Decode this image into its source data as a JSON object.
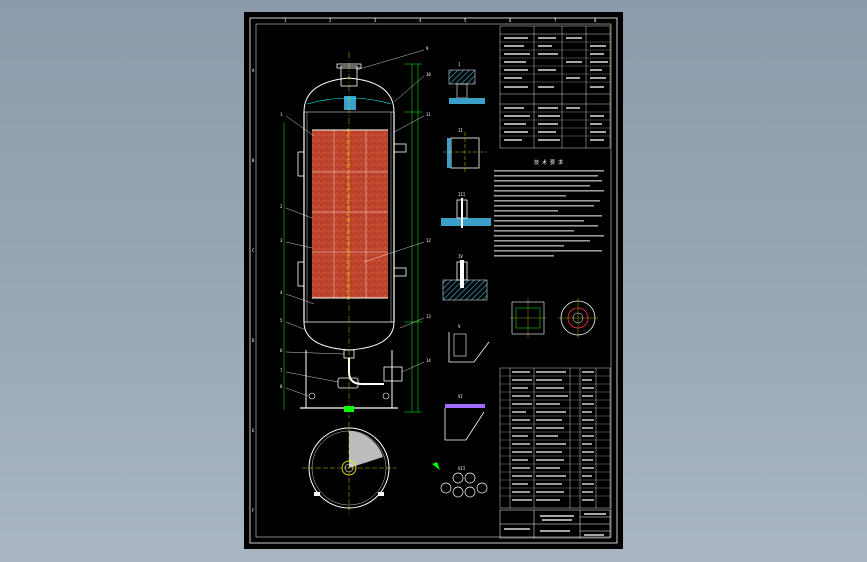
{
  "drawing": {
    "notes_title": "技 术 要 求",
    "border_letters": [
      "A",
      "B",
      "C",
      "D",
      "E",
      "F"
    ],
    "border_numbers": [
      "1",
      "2",
      "3",
      "4",
      "5",
      "6",
      "7",
      "8"
    ],
    "callouts": [
      "1",
      "2",
      "3",
      "4",
      "5",
      "6",
      "7",
      "8",
      "9",
      "10",
      "11",
      "12",
      "13",
      "14"
    ],
    "section_labels": [
      "I",
      "II",
      "III",
      "IV",
      "V",
      "VI",
      "VII"
    ],
    "colors": {
      "sheet": "#000000",
      "line_white": "#ffffff",
      "line_yellow": "#ffff00",
      "line_green": "#00ff00",
      "line_cyan": "#00ffff",
      "packing_fill": "#c0392b",
      "hatch": "#3aa0c8"
    }
  }
}
